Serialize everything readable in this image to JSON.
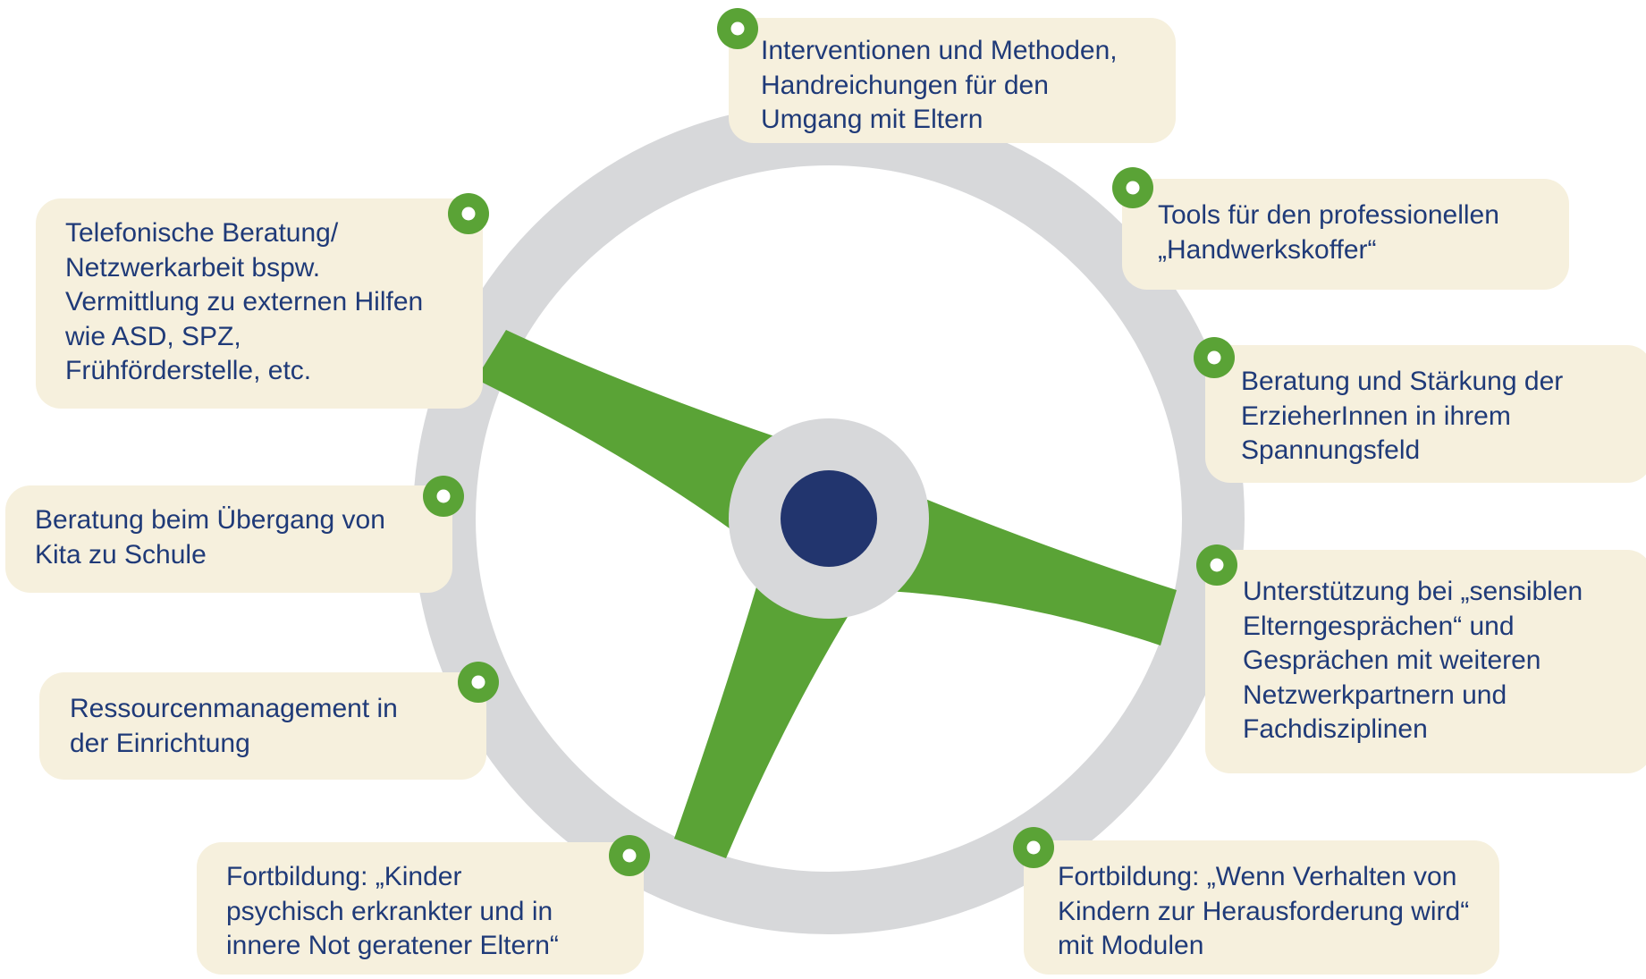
{
  "diagram": {
    "center_label": "",
    "colors": {
      "ring": "#d7d8da",
      "spoke": "#5aa336",
      "hub": "#d7d8da",
      "hub_center": "#22356e",
      "box_fill": "#f6f0dd",
      "text": "#1f3a78",
      "marker": "#5aa336"
    },
    "items": [
      {
        "text": "Interventionen und Methoden,\nHandreichungen für den\nUmgang mit Eltern"
      },
      {
        "text": "Tools für den professionellen\n„Handwerkskoffer“"
      },
      {
        "text": "Beratung und Stärkung der\nErzieherInnen in ihrem\nSpannungsfeld"
      },
      {
        "text": "Unterstützung bei „sensiblen\nElterngesprächen“ und\nGesprächen mit weiteren\nNetzwerkpartnern und\nFachdisziplinen"
      },
      {
        "text": "Fortbildung: „Wenn Verhalten von\nKindern zur Herausforderung wird“\nmit Modulen"
      },
      {
        "text": "Fortbildung: „Kinder\npsychisch erkrankter und in\ninnere Not geratener Eltern“"
      },
      {
        "text": "Ressourcenmanagement in\nder Einrichtung"
      },
      {
        "text": "Beratung beim Übergang von\nKita zu Schule"
      },
      {
        "text": "Telefonische Beratung/\nNetzwerkarbeit bspw.\nVermittlung zu externen Hilfen\nwie ASD, SPZ,\nFrühförderstelle, etc."
      }
    ]
  }
}
